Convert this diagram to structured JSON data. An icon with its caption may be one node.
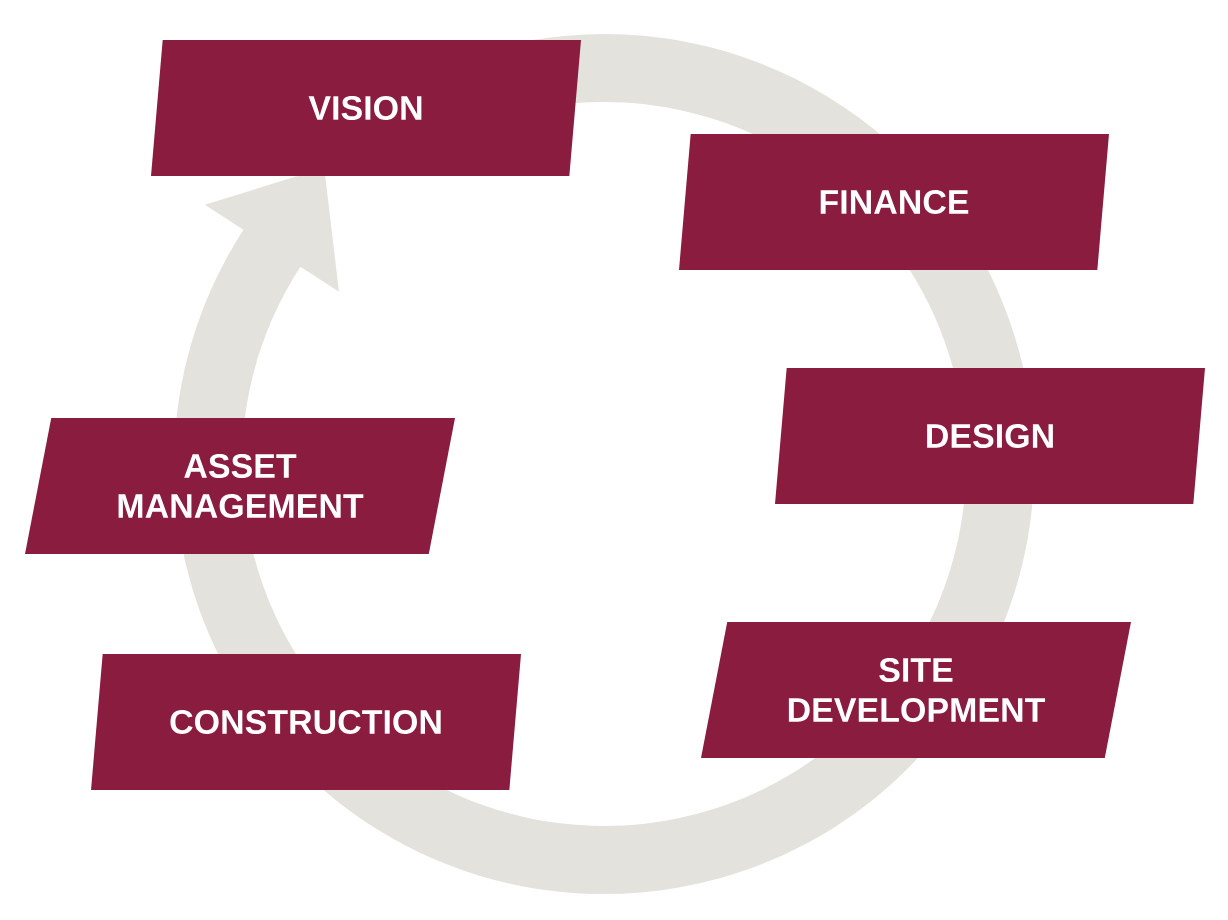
{
  "diagram": {
    "nodes": [
      {
        "text": [
          "VISION"
        ]
      },
      {
        "text": [
          "FINANCE"
        ]
      },
      {
        "text": [
          "DESIGN"
        ]
      },
      {
        "text": [
          "ASSET MANAGEMENT"
        ]
      },
      {
        "text": [
          "SITE DEVELOPMENT"
        ]
      },
      {
        "text": [
          "CONSTRUCTION"
        ]
      }
    ]
  }
}
